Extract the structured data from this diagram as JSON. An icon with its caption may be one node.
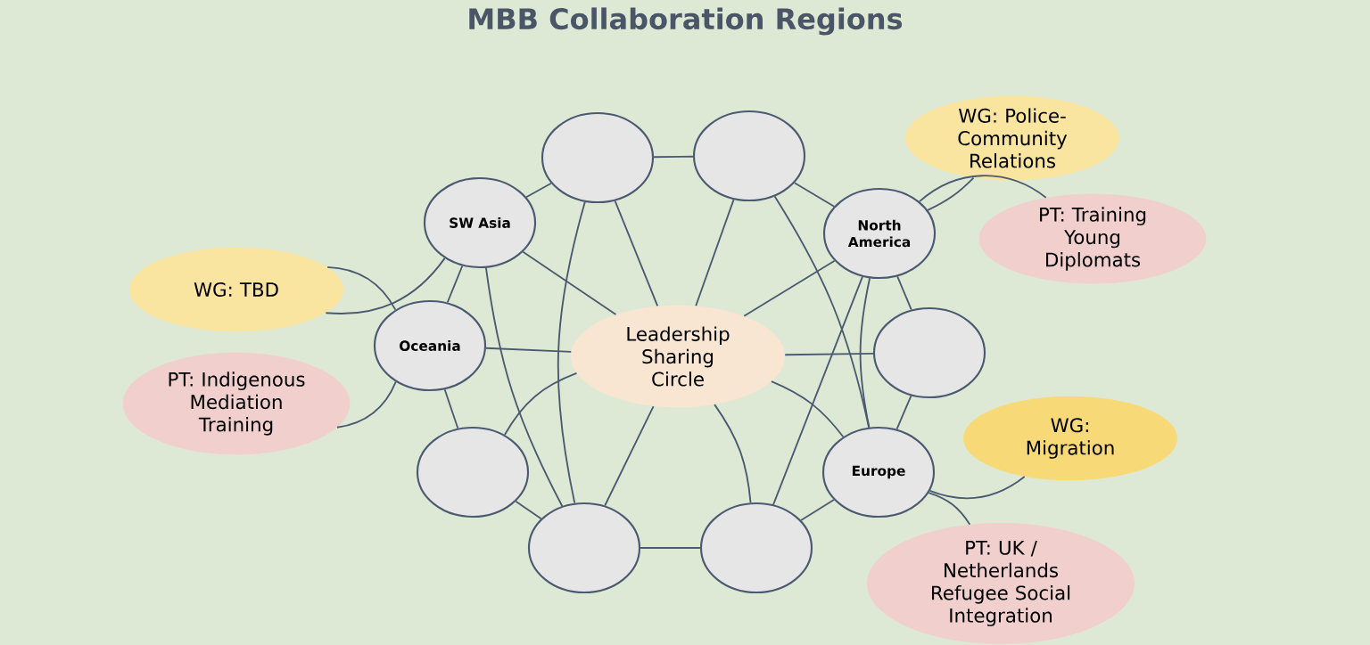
{
  "diagram": {
    "title": "MBB Collaboration Regions",
    "nodes": [
      {
        "text": [],
        "shape": "ellipse"
      },
      {
        "text": [],
        "shape": "ellipse"
      },
      {
        "text": [
          "WG: Police-Community Relations"
        ]
      },
      {
        "text": [
          "SW Asia"
        ]
      },
      {
        "text": [
          "North America"
        ]
      },
      {
        "text": [
          "PT: Training Young Diplomats"
        ]
      },
      {
        "text": [
          "WG: TBD"
        ]
      },
      {
        "text": [
          "Oceania"
        ]
      },
      {
        "text": [
          "Leadership Sharing Circle"
        ]
      },
      {
        "text": [],
        "shape": "ellipse"
      },
      {
        "text": [
          "PT: Indigenous Mediation Training"
        ]
      },
      {
        "text": [
          "WG: Migration"
        ]
      },
      {
        "text": [],
        "shape": "ellipse"
      },
      {
        "text": [
          "Europe"
        ]
      },
      {
        "text": [],
        "shape": "ellipse"
      },
      {
        "text": [],
        "shape": "ellipse"
      },
      {
        "text": [
          "PT: UK / Netherlands Refugee Social Integration"
        ]
      }
    ],
    "edges": [
      {
        "from": 0,
        "to": 1,
        "arrow": "none"
      },
      {
        "from": 1,
        "to": 4,
        "arrow": "none"
      },
      {
        "from": 4,
        "to": 9,
        "arrow": "none"
      },
      {
        "from": 9,
        "to": 13,
        "arrow": "none"
      },
      {
        "from": 13,
        "to": 15,
        "arrow": "none"
      },
      {
        "from": 15,
        "to": 14,
        "arrow": "none"
      },
      {
        "from": 14,
        "to": 12,
        "arrow": "none"
      },
      {
        "from": 12,
        "to": 7,
        "arrow": "none"
      },
      {
        "from": 7,
        "to": 3,
        "arrow": "none"
      },
      {
        "from": 3,
        "to": 0,
        "arrow": "none"
      },
      {
        "from": 6,
        "to": 3,
        "arrow": "none"
      },
      {
        "from": 6,
        "to": 7,
        "arrow": "none"
      },
      {
        "from": 10,
        "to": 7,
        "arrow": "none"
      },
      {
        "from": 2,
        "to": 4,
        "arrow": "none"
      },
      {
        "from": 5,
        "to": 4,
        "arrow": "none"
      },
      {
        "from": 11,
        "to": 13,
        "arrow": "none"
      },
      {
        "from": 16,
        "to": 13,
        "arrow": "none"
      },
      {
        "from": 0,
        "to": 8,
        "arrow": "none"
      },
      {
        "from": 0,
        "to": 14,
        "arrow": "none"
      },
      {
        "from": 3,
        "to": 8,
        "arrow": "none"
      },
      {
        "from": 3,
        "to": 14,
        "arrow": "none"
      },
      {
        "from": 7,
        "to": 8,
        "arrow": "none"
      },
      {
        "from": 8,
        "to": 9,
        "arrow": "none"
      },
      {
        "from": 1,
        "to": 8,
        "arrow": "none"
      },
      {
        "from": 1,
        "to": 13,
        "arrow": "none"
      },
      {
        "from": 8,
        "to": 15,
        "arrow": "none"
      },
      {
        "from": 4,
        "to": 8,
        "arrow": "none"
      },
      {
        "from": 4,
        "to": 13,
        "arrow": "none"
      },
      {
        "from": 4,
        "to": 15,
        "arrow": "none"
      },
      {
        "from": 8,
        "to": 12,
        "arrow": "none"
      },
      {
        "from": 8,
        "to": 14,
        "arrow": "none"
      },
      {
        "from": 8,
        "to": 13,
        "arrow": "none"
      }
    ]
  }
}
